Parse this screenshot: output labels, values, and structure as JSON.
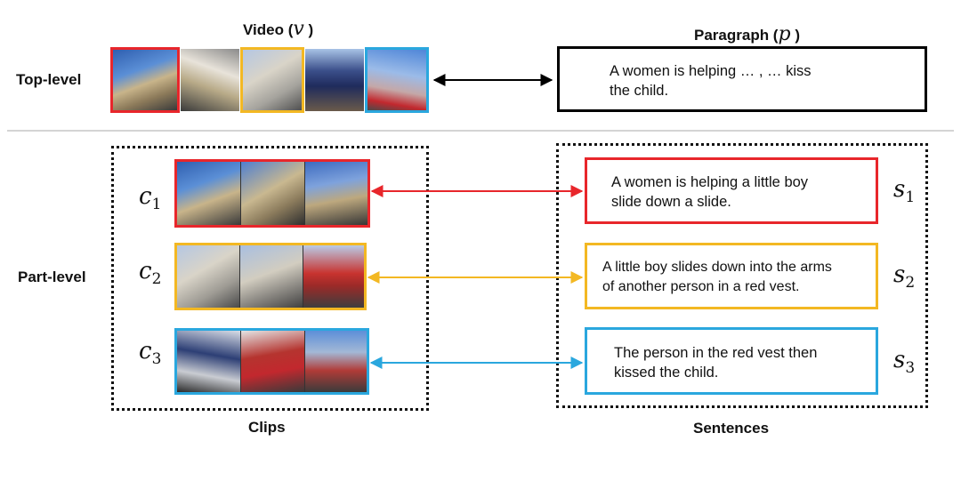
{
  "colors": {
    "red": "#e8262b",
    "yellow": "#f3b823",
    "blue": "#2aa7de",
    "black": "#000000",
    "divider": "#d4d4d4"
  },
  "top": {
    "row_label": "Top-level",
    "video_title": "Video (",
    "video_symbol": "v",
    "paragraph_title": "Paragraph (",
    "paragraph_symbol": "p",
    "close_paren": ")",
    "paragraph_lines": [
      "A women is helping … , … kiss",
      "the child."
    ]
  },
  "part": {
    "row_label": "Part-level",
    "clips_label": "Clips",
    "sentences_label": "Sentences",
    "pairs": [
      {
        "clip_symbol": "c",
        "sentence_symbol": "s",
        "index": "1",
        "color": "red",
        "sentence_lines": [
          "A women is helping a little boy",
          "slide down a slide."
        ]
      },
      {
        "clip_symbol": "c",
        "sentence_symbol": "s",
        "index": "2",
        "color": "yellow",
        "sentence_lines": [
          "A little boy slides down into the arms",
          "of another person in a red vest."
        ]
      },
      {
        "clip_symbol": "c",
        "sentence_symbol": "s",
        "index": "3",
        "color": "blue",
        "sentence_lines": [
          "The person in the red vest then",
          "kissed the child."
        ]
      }
    ]
  }
}
